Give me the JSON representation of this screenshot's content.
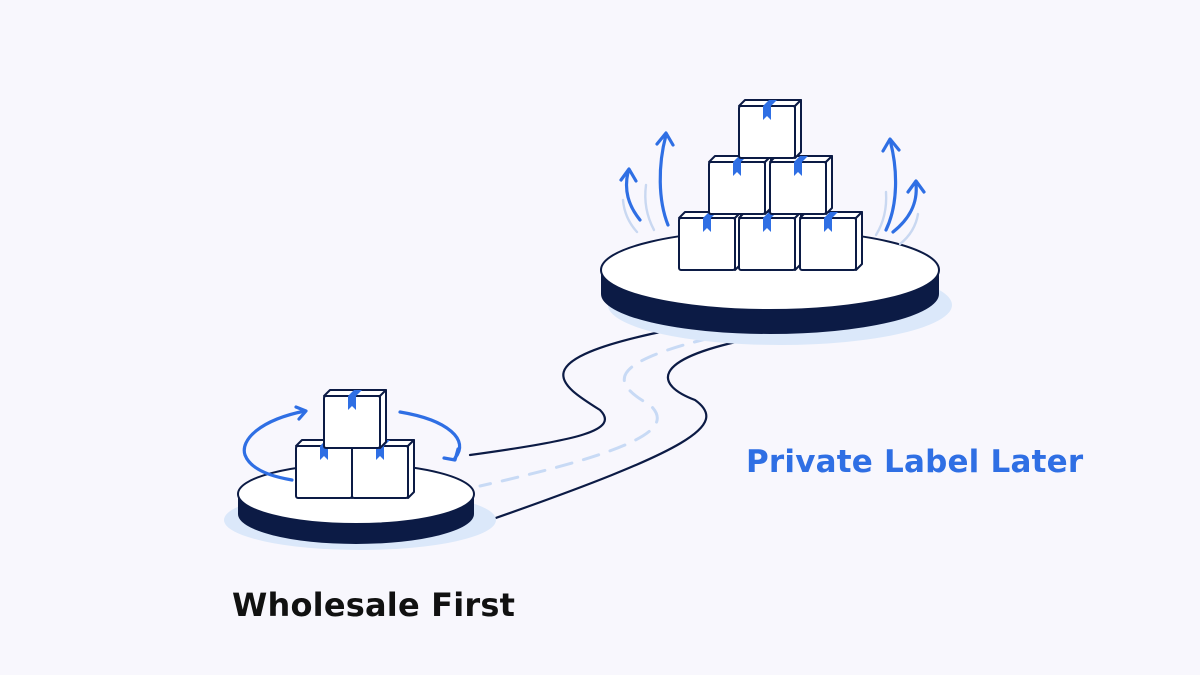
{
  "diagram": {
    "stages": [
      {
        "label": "Wholesale First"
      },
      {
        "label": "Private Label Later"
      }
    ]
  },
  "colors": {
    "background": "#f8f7fd",
    "navy": "#0c1b45",
    "accent_blue": "#2f6fe4",
    "text_dark": "#111111",
    "shadow_blue": "#dbe8fa"
  },
  "icons": {
    "start_boxes": "stacked-boxes-icon",
    "end_boxes": "stacked-boxes-icon",
    "cycle": "cycle-arrows-icon",
    "growth": "growth-arrows-icon",
    "path": "winding-road"
  }
}
